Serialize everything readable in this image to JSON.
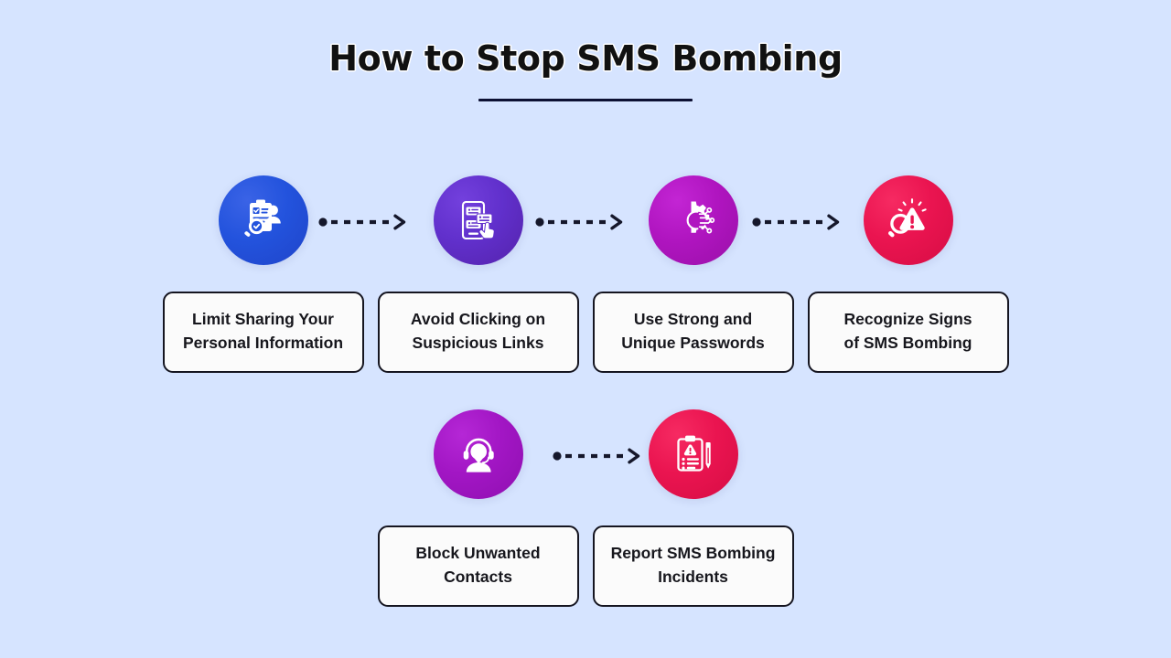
{
  "page": {
    "title": "How to Stop SMS Bombing",
    "background_color": "#d6e4ff",
    "rule_color": "#0d1033"
  },
  "steps": [
    {
      "index": "1",
      "icon": "clipboard-person-search-icon",
      "circle_color": "#2353dd",
      "circle_color_end": "#1f44c9",
      "label_line1": "Limit Sharing Your",
      "label_line2": "Personal Information"
    },
    {
      "index": "2",
      "icon": "phone-message-tap-icon",
      "circle_color": "#6130cc",
      "circle_color_end": "#5422ab",
      "label_line1": "Avoid Clicking on",
      "label_line2": "Suspicious Links"
    },
    {
      "index": "3",
      "icon": "gear-circuit-icon",
      "circle_color": "#b015c0",
      "circle_color_end": "#9a0fa8",
      "label_line1": "Use Strong and",
      "label_line2": "Unique Passwords"
    },
    {
      "index": "4",
      "icon": "magnifier-warning-icon",
      "circle_color": "#ea1450",
      "circle_color_end": "#d60d44",
      "label_line1": "Recognize Signs",
      "label_line2": "of SMS Bombing"
    },
    {
      "index": "5",
      "icon": "headset-support-agent-icon",
      "circle_color": "#a216c4",
      "circle_color_end": "#8f0fb0",
      "label_line1": "Block Unwanted",
      "label_line2": "Contacts"
    },
    {
      "index": "6",
      "icon": "clipboard-report-pen-icon",
      "circle_color": "#ea1450",
      "circle_color_end": "#d60d44",
      "label_line1": "Report SMS Bombing",
      "label_line2": "Incidents"
    }
  ],
  "connectors": [
    {
      "name": "arrow-1-to-2",
      "style": "dotted-dashed-arrow",
      "color": "#15172b"
    },
    {
      "name": "arrow-2-to-3",
      "style": "dotted-dashed-arrow",
      "color": "#15172b"
    },
    {
      "name": "arrow-3-to-4",
      "style": "dotted-dashed-arrow",
      "color": "#15172b"
    },
    {
      "name": "arrow-5-to-6",
      "style": "dotted-dashed-arrow",
      "color": "#15172b"
    }
  ]
}
